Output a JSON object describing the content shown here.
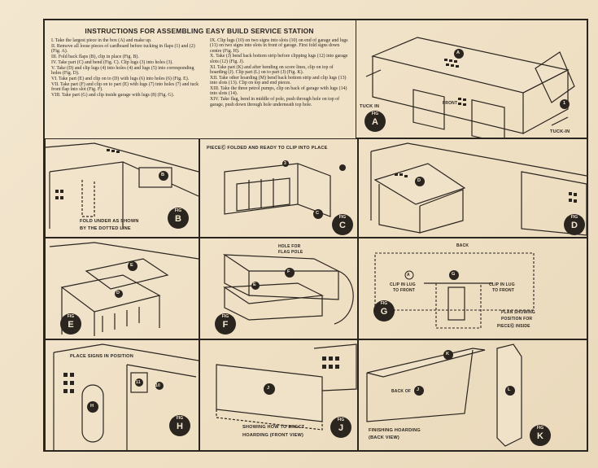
{
  "instructions": {
    "title": "INSTRUCTIONS FOR ASSEMBLING EASY BUILD SERVICE STATION",
    "steps_left": [
      "I. Take the largest piece in the box (A) and make up.",
      "II. Remove all loose pieces of cardboard before tucking in flaps (1) and (2) (Fig. A).",
      "III. Fold back flaps (B), clip in place (Fig. B).",
      "IV. Take part (C) and bend (Fig. C). Clip lugs (3) into holes (3).",
      "V. Take (D) and clip lugs (4) into holes (4) and lugs (5) into corresponding holes (Fig. D).",
      "VI. Take part (E) and clip on to (D) with lugs (6) into holes (6) (Fig. E).",
      "VII. Take part (F) and clip on to part (E) with lugs (7) into holes (7) and tuck front flap into slot (Fig. F).",
      "VIII. Take part (G) and clip inside garage with lugs (8) (Fig. G)."
    ],
    "steps_right": [
      "IX. Clip lugs (10) on two signs into slots (10) on end of garage and lugs (11) on two signs into slots in front of garage. First fold signs down centre (Fig. H).",
      "X. Take (J) bend back bottom strip before clipping lugs (12) into garage slots (12) (Fig. J).",
      "XI. Take part (K) and after bending on score lines, clip on top of hoarding (J). Clip part (L) on to part (J) (Fig. K).",
      "XII. Take other hoarding (M) bend back bottom strip and clip lugs (13) into slots (13). Clip on top and end pieces.",
      "XIII. Take the three petrol pumps, clip on back of garage with lugs (14) into slots (14).",
      "XIV. Take flag, bend in middle of pole, push through hole on top of garage, push down through hole underneath top hole."
    ]
  },
  "figures": {
    "a": {
      "word": "FIG",
      "letter": "A",
      "tuck_in_left": "TUCK IN",
      "tuck_in_right": "TUCK-IN",
      "front": "FRONT",
      "part": "A",
      "lug": "1"
    },
    "b": {
      "word": "FIG",
      "letter": "B",
      "note_line1": "FOLD UNDER AS SHOWN",
      "note_line2": "BY THE DOTTED LINE",
      "part": "B"
    },
    "c": {
      "word": "FIG",
      "letter": "C",
      "heading": "PIECEⒸ FOLDED AND READY TO CLIP INTO PLACE",
      "part": "C",
      "lug": "3"
    },
    "d": {
      "word": "FIG",
      "letter": "D",
      "part": "D"
    },
    "e": {
      "word": "FIG",
      "letter": "E",
      "part_top": "E",
      "part_bottom": "D"
    },
    "f": {
      "word": "FIG",
      "letter": "F",
      "note_line1": "HOLE FOR",
      "note_line2": "FLAG POLE",
      "part_f": "F",
      "part_e": "E"
    },
    "g": {
      "word": "FIG",
      "letter": "G",
      "back": "BACK",
      "part_a": "A",
      "part_g": "G",
      "clip_left": "CLIP IN LUG",
      "clip_left2": "TO FRONT",
      "clip_right": "CLIP IN LUG",
      "clip_right2": "TO FRONT",
      "plan1": "PLAN SHOWING",
      "plan2": "POSITION FOR",
      "plan3": "PIECEⒼ INSIDE"
    },
    "h": {
      "word": "FIG",
      "letter": "H",
      "heading": "PLACE SIGNS IN POSITION",
      "part_h": "H",
      "part_10": "10",
      "part_11": "11"
    },
    "j": {
      "word": "FIG",
      "letter": "J",
      "note_line1": "SHOWING HOW TO ERECT",
      "note_line2": "HOARDING (FRONT VIEW)",
      "part": "J"
    },
    "k": {
      "word": "FIG",
      "letter": "K",
      "back_of": "BACK OF",
      "part_j": "J",
      "part_k": "K",
      "part_l": "L",
      "note_line1": "FINISHING HOARDING",
      "note_line2": "(BACK VIEW)"
    }
  }
}
